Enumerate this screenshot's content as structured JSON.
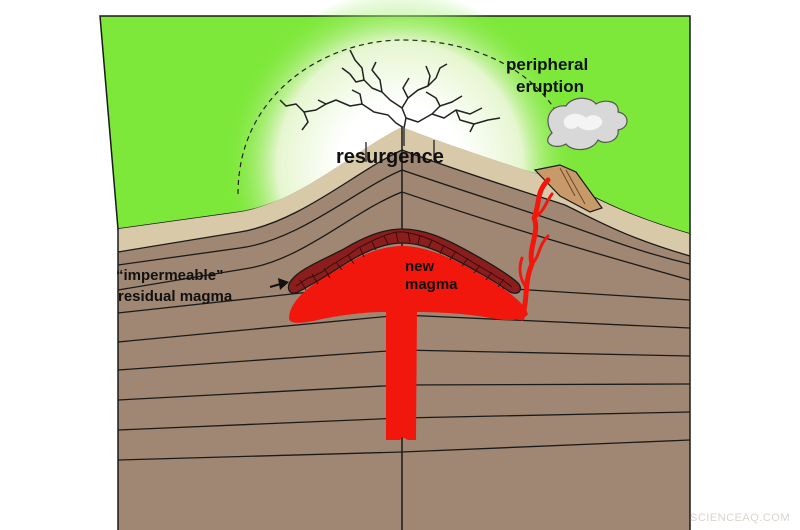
{
  "labels": {
    "peripheral": "peripheral",
    "eruption": "eruption",
    "resurgence": "resurgence",
    "new": "new",
    "magma": "magma",
    "impermeable": "“impermeable”",
    "residual": "residual magma"
  },
  "watermark": "SCIENCEAQ.COM",
  "colors": {
    "ground": "#7ee83a",
    "surface_tan": "#d8c9a9",
    "rock_brown": "#a08773",
    "magma_red": "#f2170d",
    "residual_dark_red": "#8c1d1d",
    "outline": "#1a1a1a"
  }
}
